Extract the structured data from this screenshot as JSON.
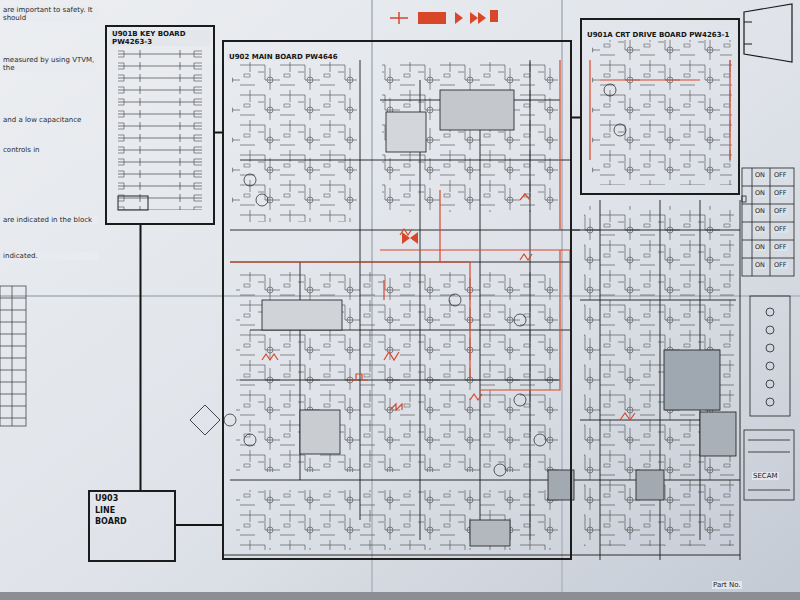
{
  "diagram": {
    "nodes": [
      {
        "text": [
          "U901B KEY BOARD PW4263-3"
        ]
      },
      {
        "text": [
          "U902 MAIN BOARD PW4646"
        ]
      },
      {
        "text": [
          "U901A CRT DRIVE BOARD PW4263-1"
        ]
      },
      {
        "text": [
          "U903",
          "LINE",
          "BOARD"
        ]
      }
    ],
    "edges": [
      {
        "from": 0,
        "to": 1,
        "arrow": "none"
      },
      {
        "from": 2,
        "to": 1,
        "arrow": "none"
      },
      {
        "from": 3,
        "to": 1,
        "arrow": "none"
      },
      {
        "from": 0,
        "to": 3,
        "arrow": "none"
      }
    ],
    "labels": [
      "are important to safety. It should",
      "measured by using VTVM, the",
      "and a low capacitance",
      "controls in",
      "are indicated in the block",
      "indicated.",
      "ON",
      "OFF",
      "ON",
      "OFF",
      "ON",
      "OFF",
      "ON",
      "OFF",
      "ON",
      "OFF",
      "ON",
      "OFF",
      "SECAM",
      "Part No."
    ]
  }
}
